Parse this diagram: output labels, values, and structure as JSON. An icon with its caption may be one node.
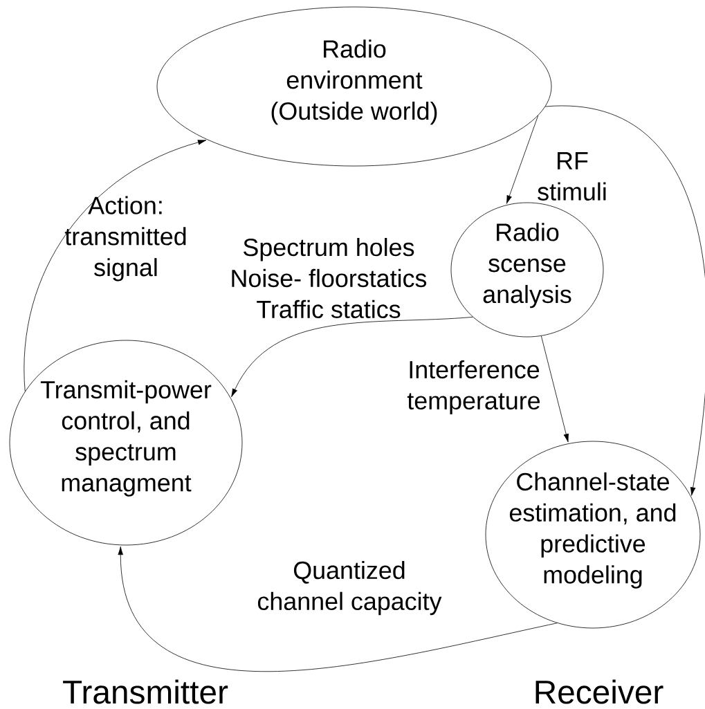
{
  "diagram": {
    "nodes": [
      {
        "text": [
          "Radio environment (Outside world)"
        ]
      },
      {
        "text": [
          "Radio scense analysis"
        ]
      },
      {
        "text": [
          "Transmit-power control, and spectrum managment"
        ]
      },
      {
        "text": [
          "Channel-state estimation, and predictive modeling"
        ]
      }
    ],
    "edges": [
      {
        "from": 2,
        "to": 0,
        "arrow": "to",
        "label": "Action: transmitted signal"
      },
      {
        "from": 0,
        "to": 1,
        "arrow": "to",
        "label": "RF stimuli"
      },
      {
        "from": 0,
        "to": 3,
        "arrow": "to"
      },
      {
        "from": 1,
        "to": 2,
        "arrow": "to",
        "label": "Spectrum holes Noise- floorstatics Traffic statics"
      },
      {
        "from": 1,
        "to": 3,
        "arrow": "to",
        "label": "Interference temperature"
      },
      {
        "from": 3,
        "to": 2,
        "arrow": "to",
        "label": "Quantized channel capacity"
      }
    ],
    "labels": [
      "Transmitter",
      "Receiver"
    ]
  }
}
